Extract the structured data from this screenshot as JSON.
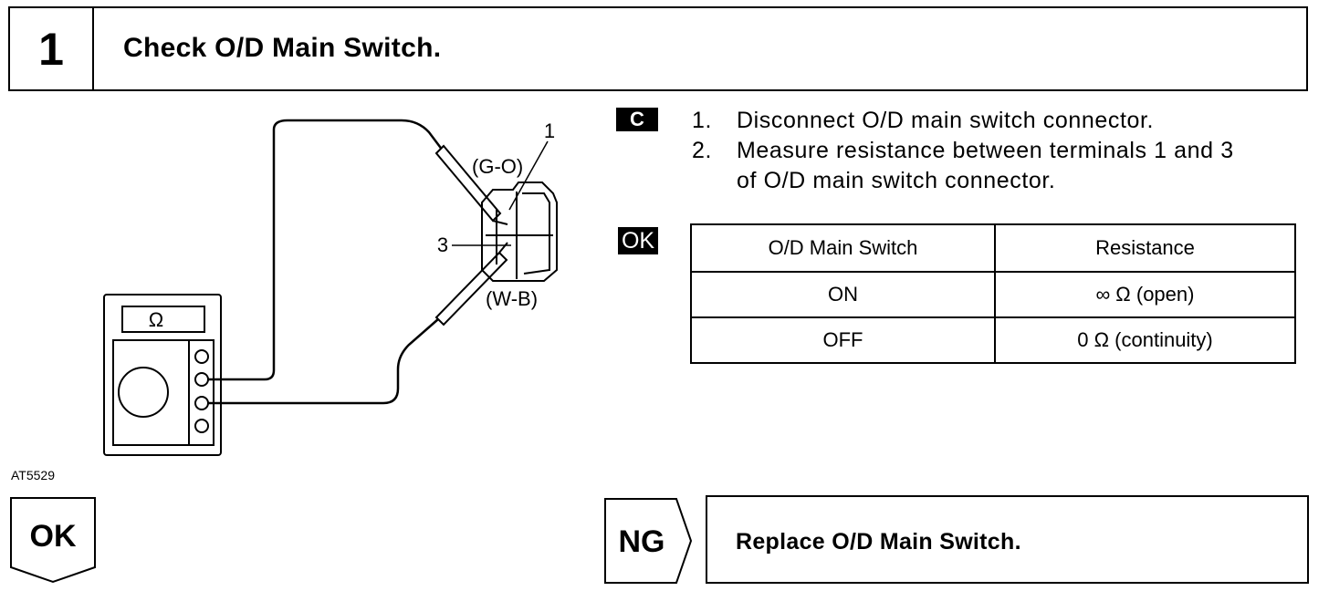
{
  "header": {
    "step_number": "1",
    "title": "Check O/D Main Switch."
  },
  "diagram": {
    "terminal_1_label": "1",
    "terminal_3_label": "3",
    "wire_1_color_code": "(G-O)",
    "wire_3_color_code": "(W-B)",
    "meter_symbol": "Ω",
    "figure_code": "AT5529"
  },
  "instructions": {
    "badge": "C",
    "steps": [
      {
        "no": "1.",
        "text": "Disconnect O/D main switch connector."
      },
      {
        "no": "2.",
        "text": "Measure resistance between terminals 1 and 3"
      },
      {
        "no": "",
        "text": "of O/D main switch connector."
      }
    ]
  },
  "spec": {
    "badge": "OK",
    "columns": [
      "O/D Main Switch",
      "Resistance"
    ],
    "rows": [
      [
        "ON",
        "∞ Ω (open)"
      ],
      [
        "OFF",
        "0 Ω (continuity)"
      ]
    ]
  },
  "result_ok": {
    "label": "OK"
  },
  "result_ng": {
    "label": "NG",
    "action": "Replace O/D Main Switch."
  }
}
